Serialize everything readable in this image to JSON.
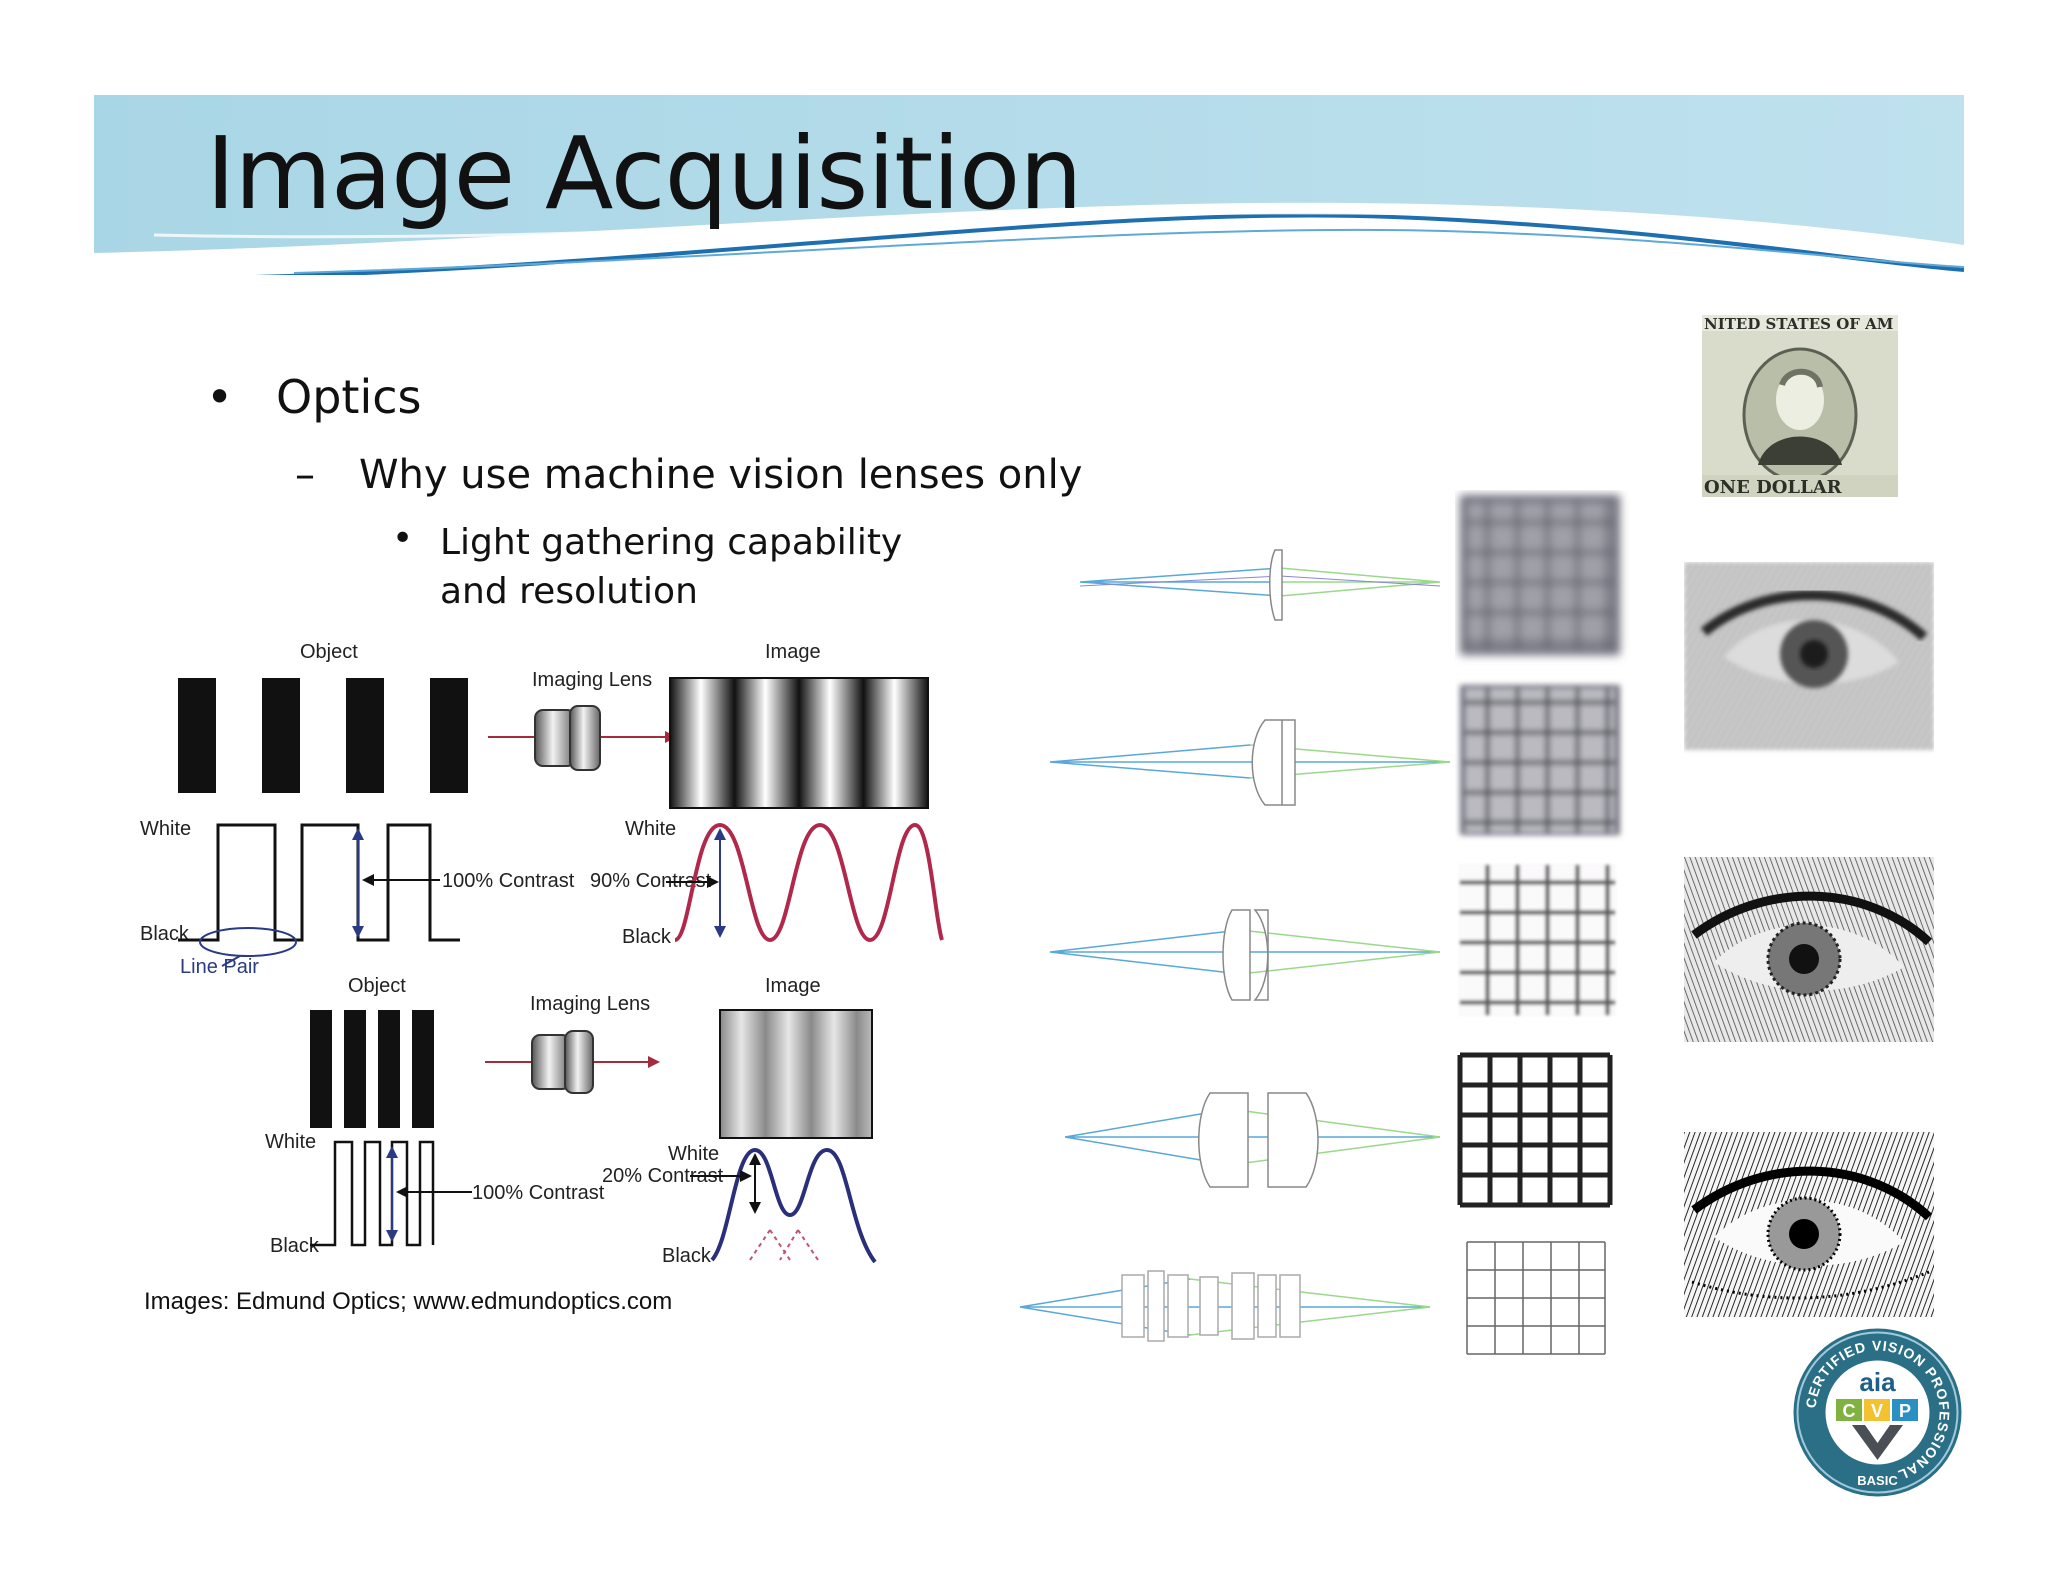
{
  "slide": {
    "title": "Image Acquisition",
    "bullet1": "Optics",
    "bullet1_marker": "•",
    "bullet2": "Why use machine vision lenses only",
    "bullet2_marker": "–",
    "bullet3_line1": "Light gathering capability",
    "bullet3_line2": "and resolution",
    "bullet3_marker": "•",
    "caption": "Images: Edmund Optics; www.edmundoptics.com"
  },
  "diagram_top": {
    "object_label": "Object",
    "lens_label": "Imaging Lens",
    "image_label": "Image",
    "white_left": "White",
    "black_left": "Black",
    "contrast_left": "100% Contrast",
    "line_pair": "Line Pair",
    "white_right": "White",
    "contrast_right": "90% Contrast",
    "black_right": "Black"
  },
  "diagram_bottom": {
    "object_label": "Object",
    "lens_label": "Imaging Lens",
    "image_label": "Image",
    "white_left": "White",
    "black_left": "Black",
    "contrast_left": "100% Contrast",
    "white_right": "White",
    "contrast_right": "20% Contrast",
    "black_right": "Black"
  },
  "dollar": {
    "top_text": "NITED STATES OF AM",
    "bottom_text": "ONE DOLLAR"
  },
  "badge": {
    "brand": "aia",
    "letters": [
      "C",
      "V",
      "P"
    ],
    "ring_text": "CERTIFIED VISION PROFESSIONAL",
    "level": "BASIC",
    "colors": {
      "ring": "#2a6f86",
      "c": "#7fb241",
      "v": "#f2c230",
      "p": "#2a8fc2"
    }
  },
  "colors": {
    "header_band": "#a9d6e6",
    "header_wave": "#1d6fb0",
    "sine_top": "#b0284b",
    "sine_bottom": "#2a2f7a"
  }
}
